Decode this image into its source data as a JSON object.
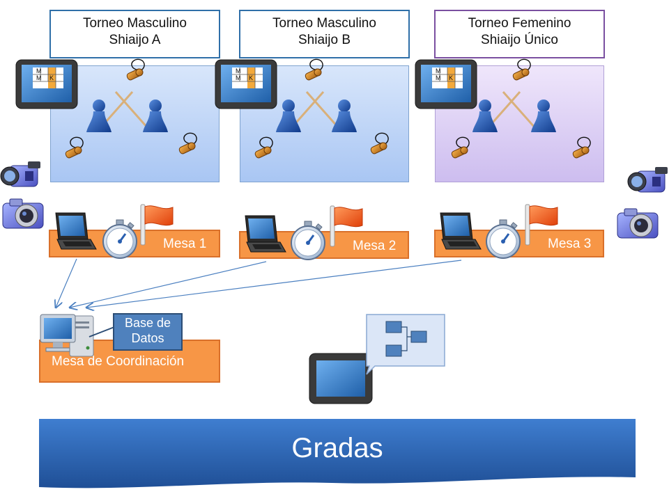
{
  "tournaments": [
    {
      "line1": "Torneo Masculino",
      "line2": "Shiaijo A",
      "mesa": "Mesa 1",
      "theme": "blue"
    },
    {
      "line1": "Torneo Masculino",
      "line2": "Shiaijo B",
      "mesa": "Mesa 2",
      "theme": "blue"
    },
    {
      "line1": "Torneo Femenino",
      "line2": "Shiaijo Único",
      "mesa": "Mesa 3",
      "theme": "purple"
    }
  ],
  "scoreboard_letters": {
    "r1": [
      "M",
      ""
    ],
    "r2": [
      "M",
      "K"
    ]
  },
  "coordination": {
    "label": "Mesa de Coordinación",
    "database": {
      "line1": "Base de",
      "line2": "Datos"
    }
  },
  "stands": {
    "label": "Gradas"
  },
  "colors": {
    "accent_blue": "#4f81bd",
    "orange": "#f79646",
    "stands_blue": "#2e67b2",
    "purple_border": "#7a4fa0"
  },
  "icons": [
    "scoreboard-monitor-icon",
    "whistle-icon",
    "pawn-icon",
    "video-camera-icon",
    "photo-camera-icon",
    "laptop-icon",
    "stopwatch-icon",
    "flag-icon",
    "desktop-computer-icon",
    "database-icon",
    "display-monitor-icon",
    "flowchart-icon"
  ]
}
